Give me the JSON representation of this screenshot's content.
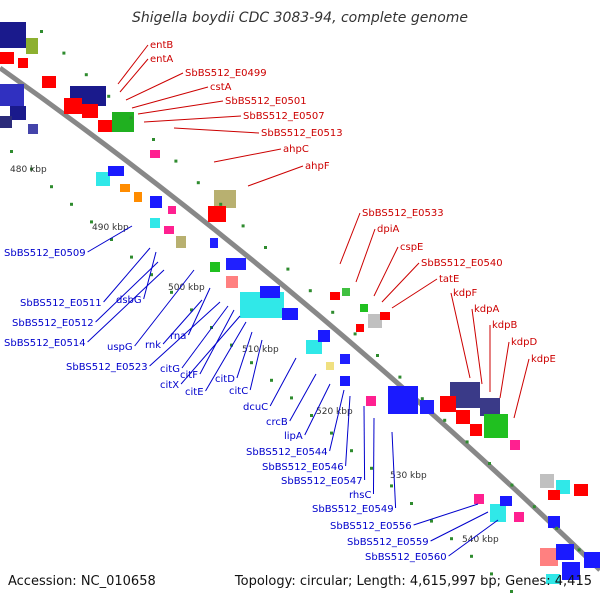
{
  "title": "Shigella boydii CDC 3083-94, complete genome",
  "footer": {
    "accession": "Accession: NC_010658",
    "summary": "Topology: circular; Length: 4,615,997 bp; Genes: 4,415"
  },
  "colors": {
    "backbone": "#8a8a8a",
    "label_top": "#cc0000",
    "label_bottom": "#0000cc",
    "dots": "#2e8b2e"
  },
  "ticks": [
    "480 kbp",
    "490 kbp",
    "500 kbp",
    "510 kbp",
    "520 kbp",
    "530 kbp",
    "540 kbp"
  ],
  "top_labels": [
    "entB",
    "entA",
    "SbBS512_E0499",
    "cstA",
    "SbBS512_E0501",
    "SbBS512_E0507",
    "SbBS512_E0513",
    "ahpC",
    "ahpF",
    "SbBS512_E0533",
    "dpiA",
    "cspE",
    "SbBS512_E0540",
    "tatE",
    "kdpF",
    "kdpA",
    "kdpB",
    "kdpD",
    "kdpE"
  ],
  "bottom_labels": [
    "SbBS512_E0509",
    "SbBS512_E0511",
    "dsbG",
    "SbBS512_E0512",
    "SbBS512_E0514",
    "uspG",
    "rna",
    "rnk",
    "SbBS512_E0523",
    "citG",
    "citF",
    "citX",
    "citE",
    "citD",
    "citC",
    "dcuC",
    "crcB",
    "lipA",
    "SbBS512_E0544",
    "SbBS512_E0546",
    "SbBS512_E0547",
    "rhsC",
    "SbBS512_E0549",
    "SbBS512_E0556",
    "SbBS512_E0559",
    "SbBS512_E0560"
  ]
}
